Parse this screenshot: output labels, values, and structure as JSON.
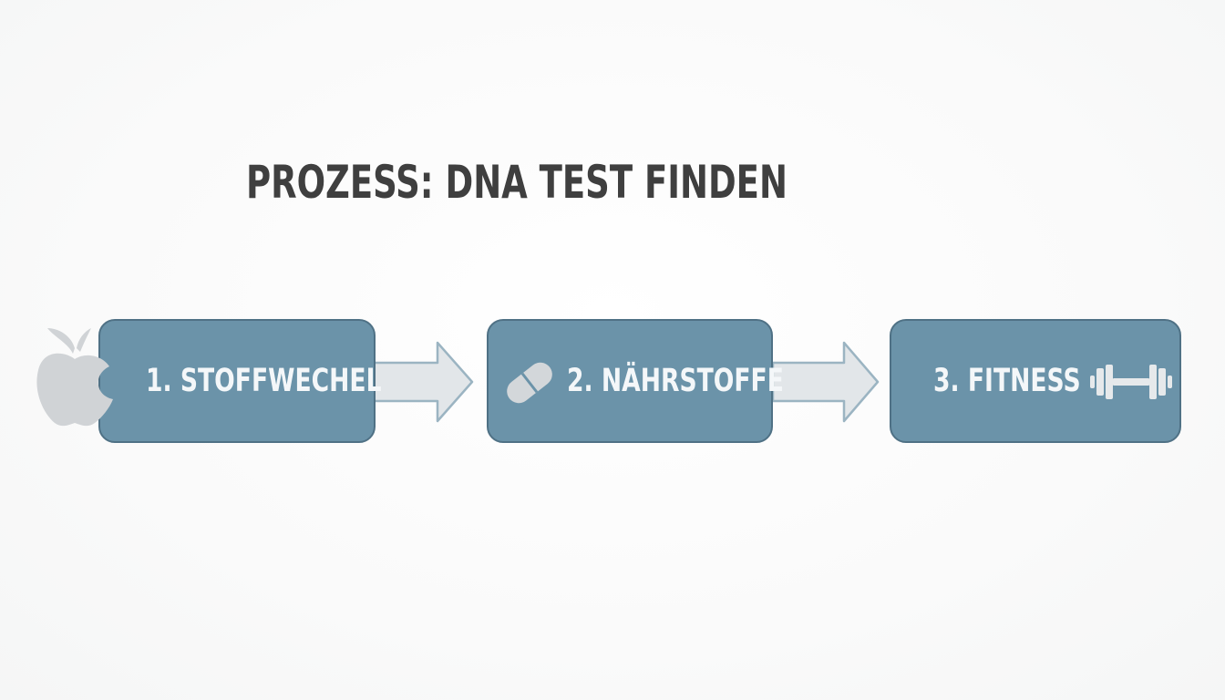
{
  "title": "PROZESS: DNA TEST FINDEN",
  "steps": [
    {
      "label": "1. STOFFWECHEL",
      "icon": "apple-icon"
    },
    {
      "label": "2. NÄHRSTOFFE",
      "icon": "pill-icon"
    },
    {
      "label": "3. FITNESS",
      "icon": "dumbbell-icon"
    }
  ],
  "colors": {
    "box_fill": "#6b93a9",
    "box_border": "#4f7185",
    "arrow_fill": "#e2e6e9",
    "arrow_border": "#9bb4c2",
    "icon_light": "#d0d3d6",
    "title_text": "#3f3f3f"
  }
}
